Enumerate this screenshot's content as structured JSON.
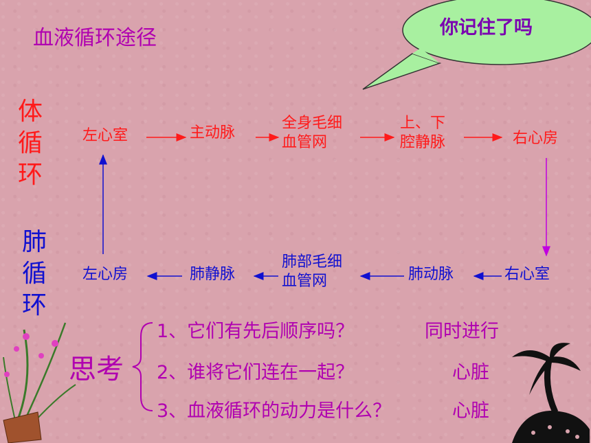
{
  "title": "血液循环途径",
  "bubble": "你记住了吗",
  "systemic": {
    "label": [
      "体",
      "循",
      "环"
    ],
    "nodes": [
      "左心室",
      "主动脉",
      "全身毛细",
      "血管网",
      "上、下",
      "腔静脉",
      "右心房"
    ]
  },
  "pulmonary": {
    "label": [
      "肺",
      "循",
      "环"
    ],
    "nodes": [
      "左心房",
      "肺静脉",
      "肺部毛细",
      "血管网",
      "肺动脉",
      "右心室"
    ]
  },
  "think": {
    "label": "思考",
    "questions": [
      {
        "q": "1、它们有先后顺序吗？",
        "a": "同时进行"
      },
      {
        "q": "2、谁将它们连在一起？",
        "a": "心脏"
      },
      {
        "q": "3、血液循环的动力是什么？",
        "a": "心脏"
      }
    ]
  },
  "colors": {
    "systemic": "#ff1a1a",
    "pulmonary": "#1010d0",
    "accent": "#b000b0",
    "bubble_fill": "#a8f0a0"
  }
}
